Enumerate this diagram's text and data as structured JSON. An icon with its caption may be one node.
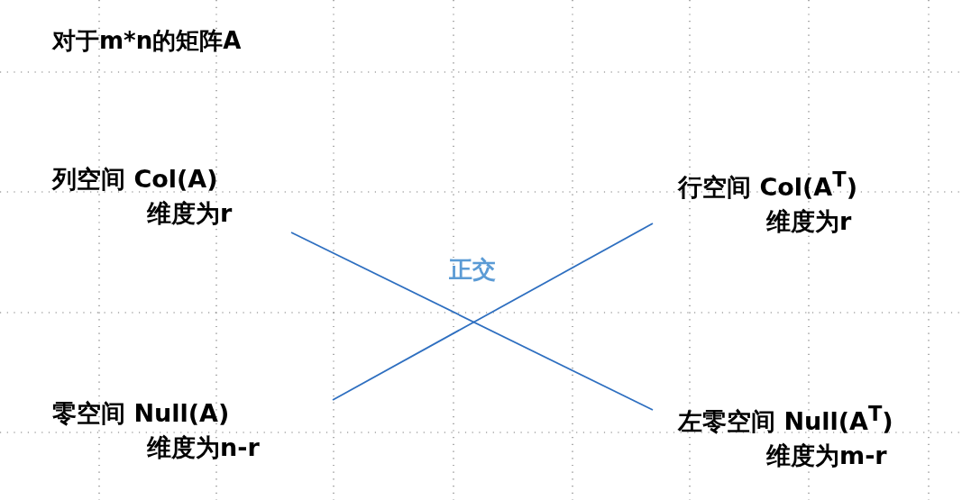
{
  "diagram": {
    "title": "对于m*n的矩阵A",
    "nodes": [
      {
        "text": [
          "列空间 Col(A)",
          "维度为r"
        ]
      },
      {
        "text": [
          "行空间 Col(A$^{T}$)",
          "维度为r"
        ]
      },
      {
        "text": [
          "零空间 Null(A)",
          "维度为n-r"
        ]
      },
      {
        "text": [
          "左零空间 Null(A$^{T}$)",
          "维度为m-r"
        ]
      }
    ],
    "edges": [
      {
        "from": 0,
        "to": 3,
        "arrow": "none"
      },
      {
        "from": 2,
        "to": 1,
        "arrow": "none"
      }
    ],
    "labels": [
      "正交"
    ]
  }
}
